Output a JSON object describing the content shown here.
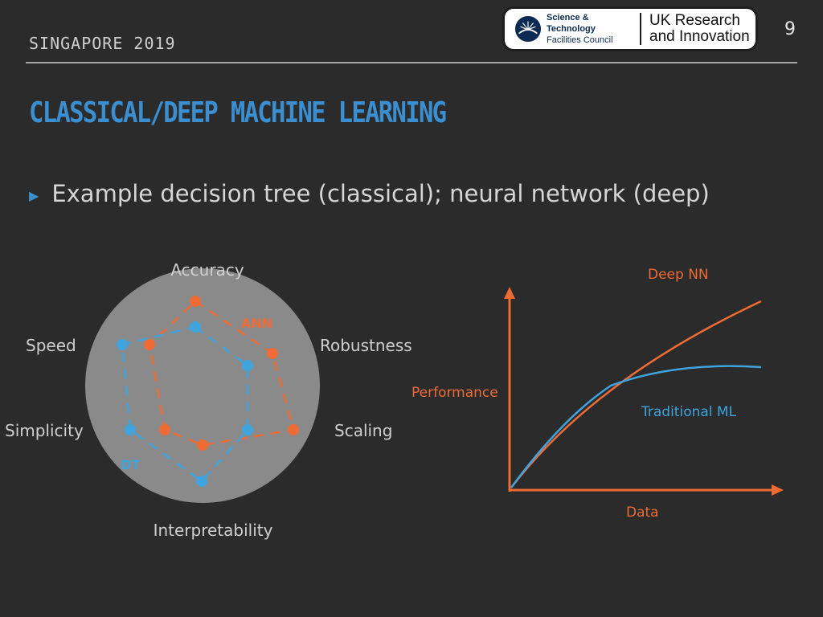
{
  "header": {
    "event": "SINGAPORE 2019",
    "page_number": "9",
    "logo": {
      "left_line1": "Science & Technology",
      "left_line2": "Facilities Council",
      "right_line1": "UK Research",
      "right_line2": "and Innovation"
    }
  },
  "slide": {
    "title": "CLASSICAL/DEEP MACHINE LEARNING",
    "bullet": "Example decision tree (classical); neural network (deep)"
  },
  "radar": {
    "axes": [
      "Accuracy",
      "Robustness",
      "Scaling",
      "Interpretability",
      "Simplicity",
      "Speed"
    ],
    "series": [
      {
        "name": "ANN",
        "color": "#ee6b35"
      },
      {
        "name": "DT",
        "color": "#3fa3dd"
      }
    ]
  },
  "curve": {
    "ylabel": "Performance",
    "xlabel": "Data",
    "series": [
      {
        "name": "Deep NN",
        "color": "#ee6b35"
      },
      {
        "name": "Traditional ML",
        "color": "#3fa3dd"
      }
    ],
    "axis_color": "#ee6b35"
  },
  "colors": {
    "accent": "#3b8fd0",
    "background": "#2b2b2b"
  }
}
